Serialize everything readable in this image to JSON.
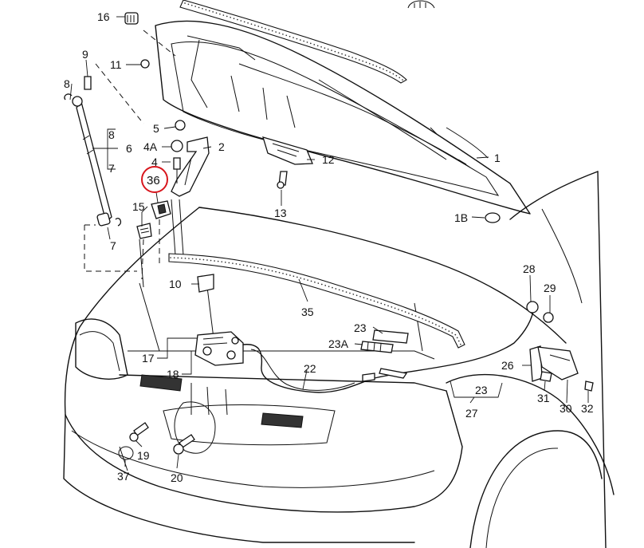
{
  "callouts": {
    "c1": "1",
    "c1B": "1B",
    "c2": "2",
    "c4": "4",
    "c4A": "4A",
    "c5": "5",
    "c6": "6",
    "c7": "7",
    "c8a": "8",
    "c8b": "8",
    "c9": "9",
    "c10": "10",
    "c11": "11",
    "c12": "12",
    "c13": "13",
    "c15": "15",
    "c16": "16",
    "c17": "17",
    "c18": "18",
    "c19": "19",
    "c20": "20",
    "c22": "22",
    "c23a": "23",
    "c23b": "23",
    "c23A": "23A",
    "c26": "26",
    "c27": "27",
    "c28": "28",
    "c29": "29",
    "c30": "30",
    "c31": "31",
    "c32": "32",
    "c35": "35",
    "c36": "36",
    "c37": "37"
  },
  "highlight": {
    "part": "36",
    "color": "#d8161d"
  }
}
